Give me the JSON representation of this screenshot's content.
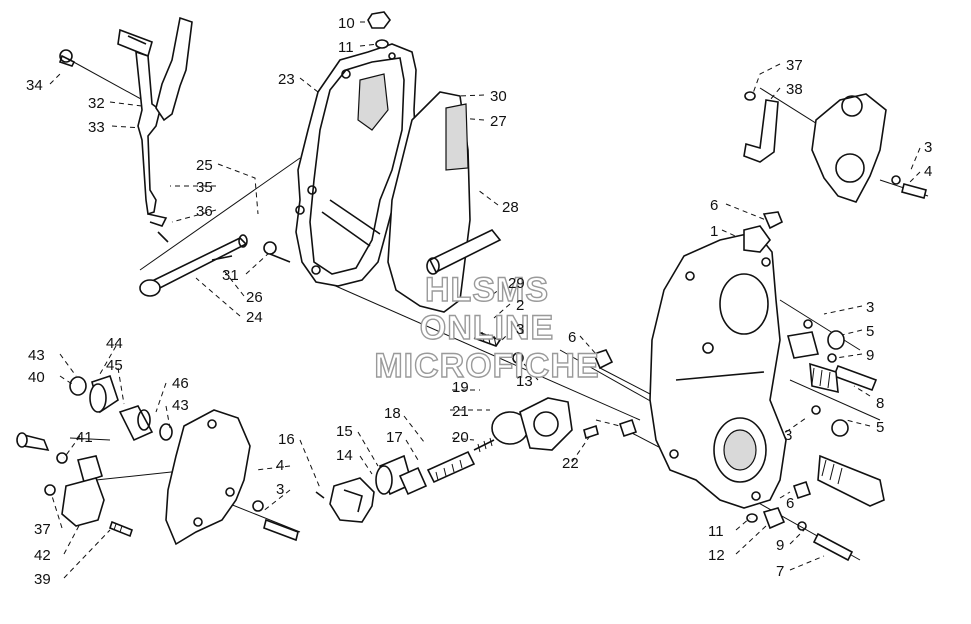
{
  "watermark": {
    "line1": "HLSMS",
    "line2": "ONLINE",
    "line3": "MICROFICHE"
  },
  "callouts": [
    "10",
    "11",
    "23",
    "30",
    "27",
    "28",
    "34",
    "32",
    "33",
    "25",
    "35",
    "36",
    "31",
    "26",
    "24",
    "29",
    "2",
    "3",
    "13",
    "6",
    "19",
    "21",
    "20",
    "22",
    "18",
    "17",
    "15",
    "14",
    "16",
    "4",
    "3",
    "43",
    "40",
    "44",
    "45",
    "46",
    "43",
    "41",
    "37",
    "42",
    "39",
    "37",
    "38",
    "3",
    "4",
    "6",
    "1",
    "3",
    "5",
    "9",
    "8",
    "5",
    "3",
    "6",
    "11",
    "12",
    "9",
    "7"
  ]
}
